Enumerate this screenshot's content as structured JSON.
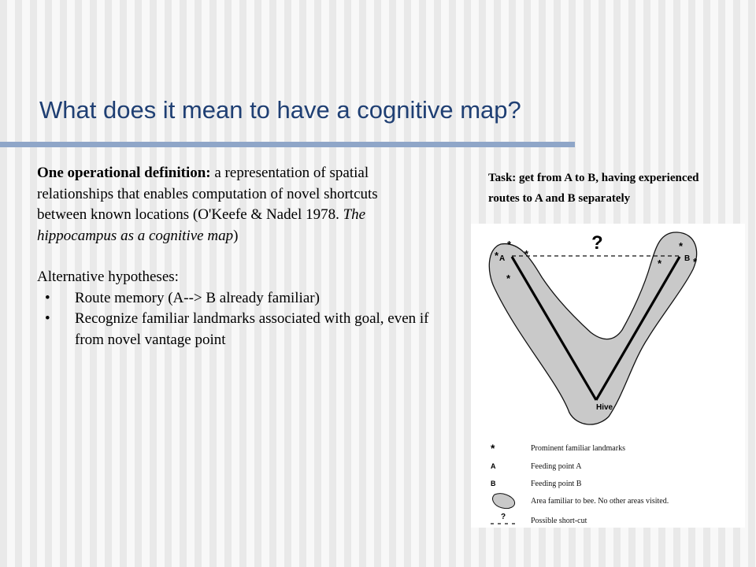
{
  "title": "What does it mean to have a cognitive map?",
  "definition": {
    "label": "One operational definition:",
    "text_before": " a representation of spatial relationships that enables computation of novel shortcuts between known locations (O'Keefe & Nadel 1978. ",
    "citation_italic": "The hippocampus as a cognitive map",
    "text_after": ")"
  },
  "alternatives": {
    "heading": "Alternative hypotheses:",
    "items": [
      "Route memory (A--> B already familiar)",
      "Recognize familiar landmarks associated with goal, even if from novel vantage point"
    ]
  },
  "task": "Task: get from A to B, having experienced routes to A and B separately",
  "figure": {
    "point_a": "A",
    "point_b": "B",
    "hive": "Hive",
    "question": "?",
    "landmark_symbol": "*",
    "legend": [
      {
        "symbol": "*",
        "text": "Prominent familiar landmarks"
      },
      {
        "symbol": "A",
        "text": "Feeding point A"
      },
      {
        "symbol": "B",
        "text": "Feeding point B"
      },
      {
        "symbol": "",
        "text": "Area familiar to bee.  No other areas visited."
      },
      {
        "symbol": "?",
        "text": "Possible short-cut"
      }
    ]
  },
  "colors": {
    "title": "#1f3f73",
    "rule": "#8fa6c8",
    "familiar_area": "#c9c9c9"
  }
}
